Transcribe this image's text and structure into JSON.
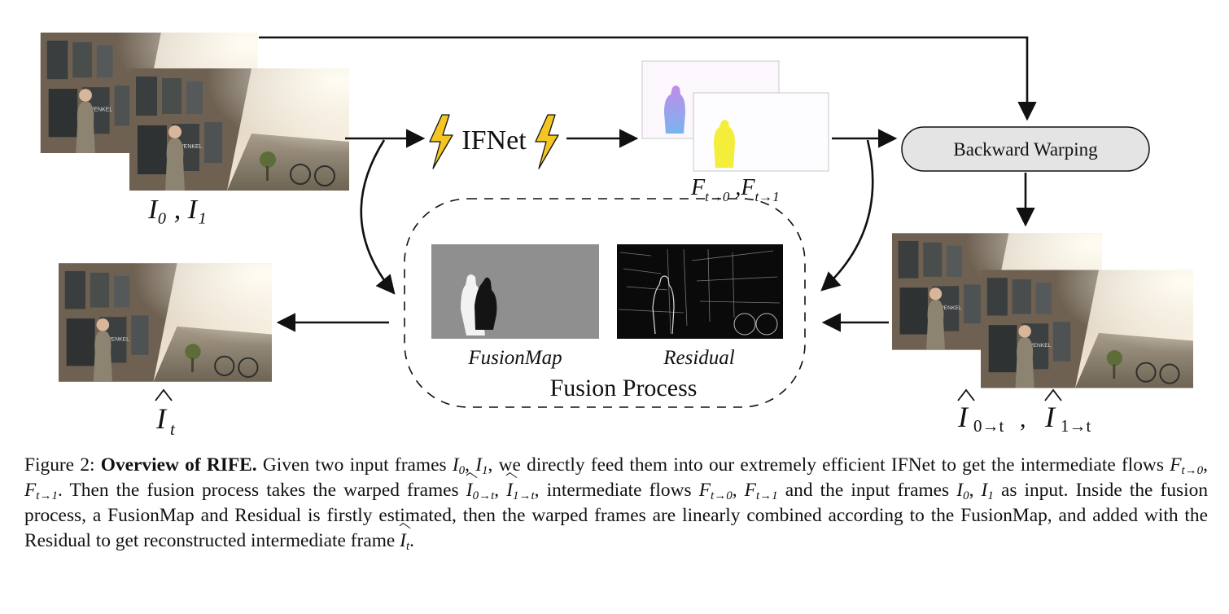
{
  "nodes": {
    "ifnet": "IFNet",
    "backward_warping": "Backward Warping",
    "fusion_process": "Fusion Process",
    "fusion_map": "FusionMap",
    "residual": "Residual"
  },
  "labels": {
    "inputs": "I₀ , I₁",
    "flows_F1": "F",
    "flows_sub1": "t→0",
    "flows_F2": " ,F",
    "flows_sub2": "t→1",
    "output_I": "I",
    "output_sub": "t",
    "warped_I1": "I",
    "warped_sub1": "0→t",
    "warped_I2": "I",
    "warped_sub2": "1→t",
    "sep": ","
  },
  "caption": {
    "prefix": "Figure 2: ",
    "bold": "Overview of RIFE.",
    "text1": " Given two input frames ",
    "text2": ", we directly feed them into our extremely efficient IFNet to get the intermediate flows ",
    "text3": ".  Then the fusion process takes the warped frames ",
    "text4": ", intermediate flows ",
    "text5": " and the input frames ",
    "text6": " as input.  Inside the fusion process, a FusionMap and Residual is firstly estimated, then the warped frames are linearly combined according to the FusionMap, and added with the Residual to get reconstructed intermediate frame ",
    "text7": "."
  },
  "colors": {
    "lightning": "#f3c623",
    "flow_magenta": "#b98ee0",
    "flow_yellow": "#f4ee3a",
    "pill_fill": "#e4e4e4"
  }
}
